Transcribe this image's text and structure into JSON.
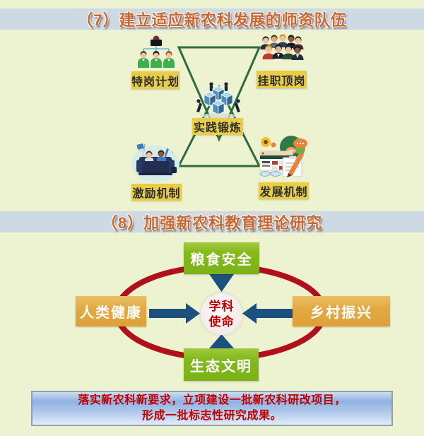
{
  "colors": {
    "background": "#edf2d1",
    "header_band": "#cdd9e3",
    "header_text": "#c76734",
    "label_bg": "#e9cd47",
    "green_box": "#85ba1e",
    "orange_box": "#e2a944",
    "ellipse_red": "#b1101b",
    "arrow_navy": "#1c517f",
    "triangle_green": "#2e6b3a",
    "center_text": "#c00000",
    "footer_text": "#c00000"
  },
  "section7": {
    "header": "（7）建立适应新农科发展的师资队伍",
    "labels": {
      "top_left": "特岗计划",
      "top_right": "挂职顶岗",
      "center": "实践锻炼",
      "bottom_left": "激励机制",
      "bottom_right": "发展机制"
    },
    "icons": {
      "top_left": "org-chart-icon",
      "top_right": "crowd-icon",
      "center": "team-cubes-icon",
      "bottom_left": "couch-celebration-icon",
      "bottom_right": "development-board-icon"
    }
  },
  "section8": {
    "header": "（8）加强新农科教育理论研究",
    "nodes": {
      "top": "粮食安全",
      "left": "人类健康",
      "right": "乡村振兴",
      "bottom": "生态文明"
    },
    "center": {
      "line1": "学科",
      "line2": "使命"
    }
  },
  "footer": {
    "line1": "落实新农科新要求，立项建设一批新农科研改项目，",
    "line2": "形成一批标志性研究成果。"
  }
}
